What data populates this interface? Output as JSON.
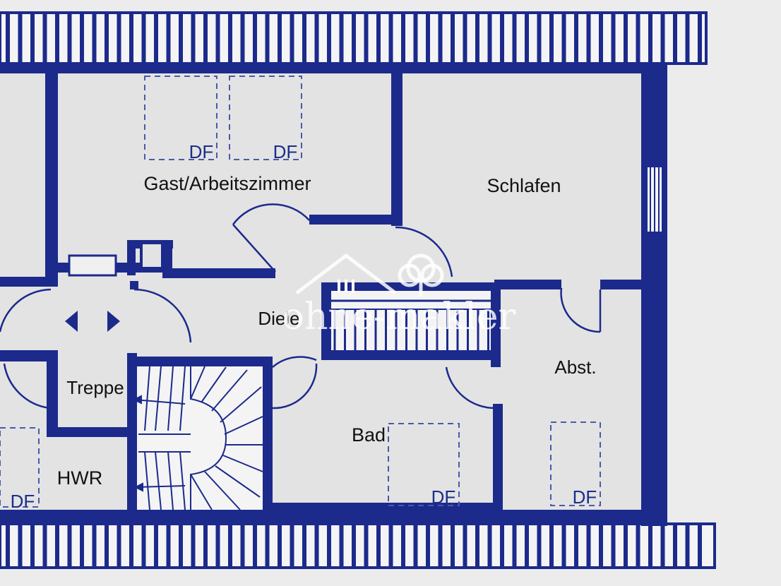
{
  "rooms": {
    "gast": "Gast/Arbeitszimmer",
    "schlafen": "Schlafen",
    "diele": "Diele",
    "abst": "Abst.",
    "treppe": "Treppe",
    "bad": "Bad",
    "hwr": "HWR"
  },
  "skylight_label": "DF",
  "watermark": "ohne-makler",
  "colors": {
    "wall": "#1c2a8c",
    "floor": "#e6e6e6",
    "background": "#ececec",
    "dash": "#4a5aa8"
  }
}
